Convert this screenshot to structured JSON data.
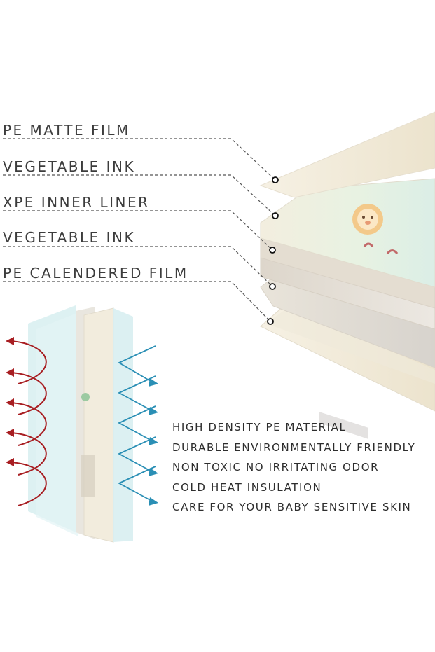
{
  "layers": [
    {
      "label": "PE MATTE FILM"
    },
    {
      "label": "VEGETABLE INK"
    },
    {
      "label": "XPE INNER LINER"
    },
    {
      "label": "VEGETABLE INK"
    },
    {
      "label": "PE CALENDERED FILM"
    }
  ],
  "features": [
    {
      "text": "HIGH DENSITY PE MATERIAL"
    },
    {
      "text": "DURABLE ENVIRONMENTALLY FRIENDLY"
    },
    {
      "text": "NON TOXIC NO IRRITATING ODOR"
    },
    {
      "text": "COLD HEAT INSULATION"
    },
    {
      "text": "CARE FOR YOUR BABY SENSITIVE SKIN"
    }
  ],
  "colors": {
    "label_text": "#3c3c3c",
    "leader_line": "#555555",
    "warm_arrow": "#a81e22",
    "cool_arrow": "#2a8fb5",
    "panel_cream": "#f2ecdd",
    "panel_ice": "#d7eef0"
  }
}
